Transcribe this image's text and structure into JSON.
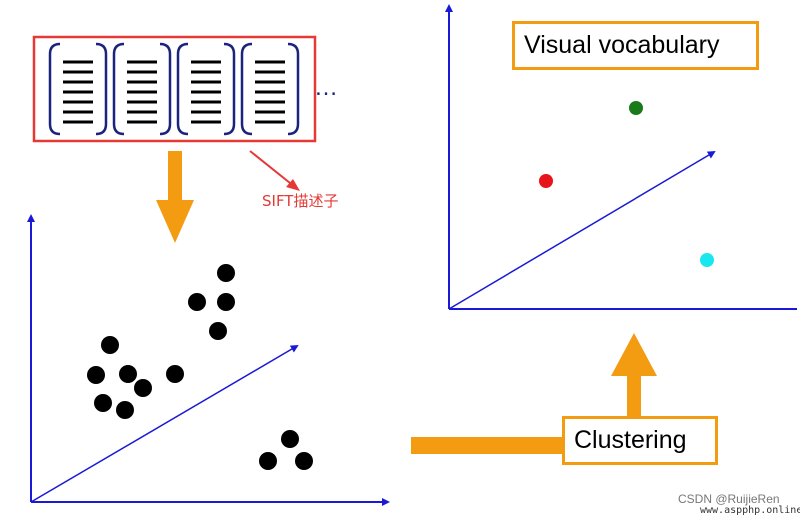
{
  "vocab_label": "Visual vocabulary",
  "clustering_label": "Clustering",
  "sift_label": "SIFT描述子",
  "ellipsis": "…",
  "watermark": "CSDN @RuijieRen",
  "watermark2": "www.aspphp.online",
  "descriptor_count": 4,
  "descriptor_lines": 7,
  "colors": {
    "frame_red": "#e53935",
    "arrow_orange": "#f39c12",
    "axis_blue": "#1a1ad6",
    "point_black": "#000000",
    "vocab_red": "#e8141c",
    "vocab_green": "#1a7a1a",
    "vocab_cyan": "#19e6ef"
  }
}
